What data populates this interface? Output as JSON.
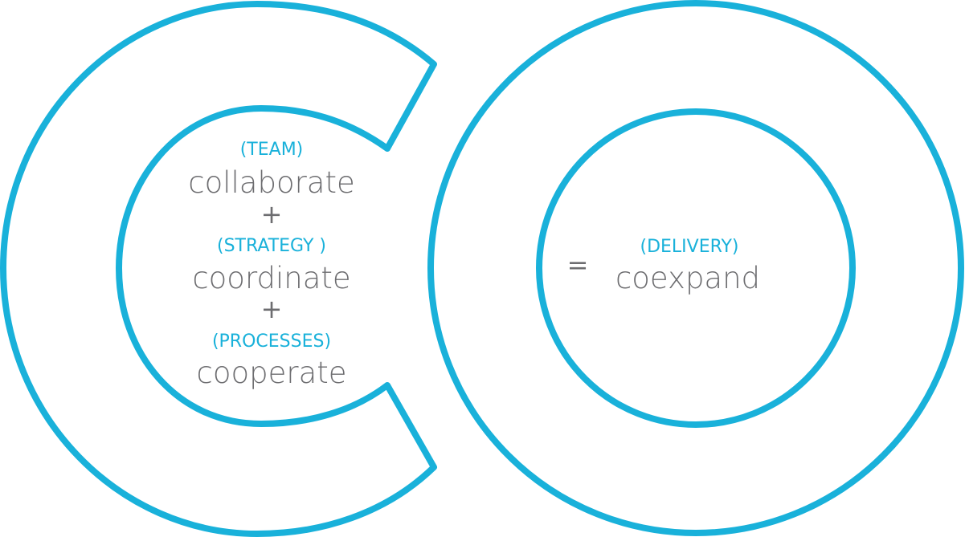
{
  "colors": {
    "accent": "#19b1da",
    "text": "#6d6d70"
  },
  "left_letter": {
    "items": [
      {
        "category": "(TEAM)",
        "verb": "collaborate"
      },
      {
        "category": "(STRATEGY )",
        "verb": "coordinate"
      },
      {
        "category": "(PROCESSES)",
        "verb": "cooperate"
      }
    ],
    "operator": "+"
  },
  "right_letter": {
    "equals": "=",
    "category": "(DELIVERY)",
    "verb": "coexpand"
  }
}
